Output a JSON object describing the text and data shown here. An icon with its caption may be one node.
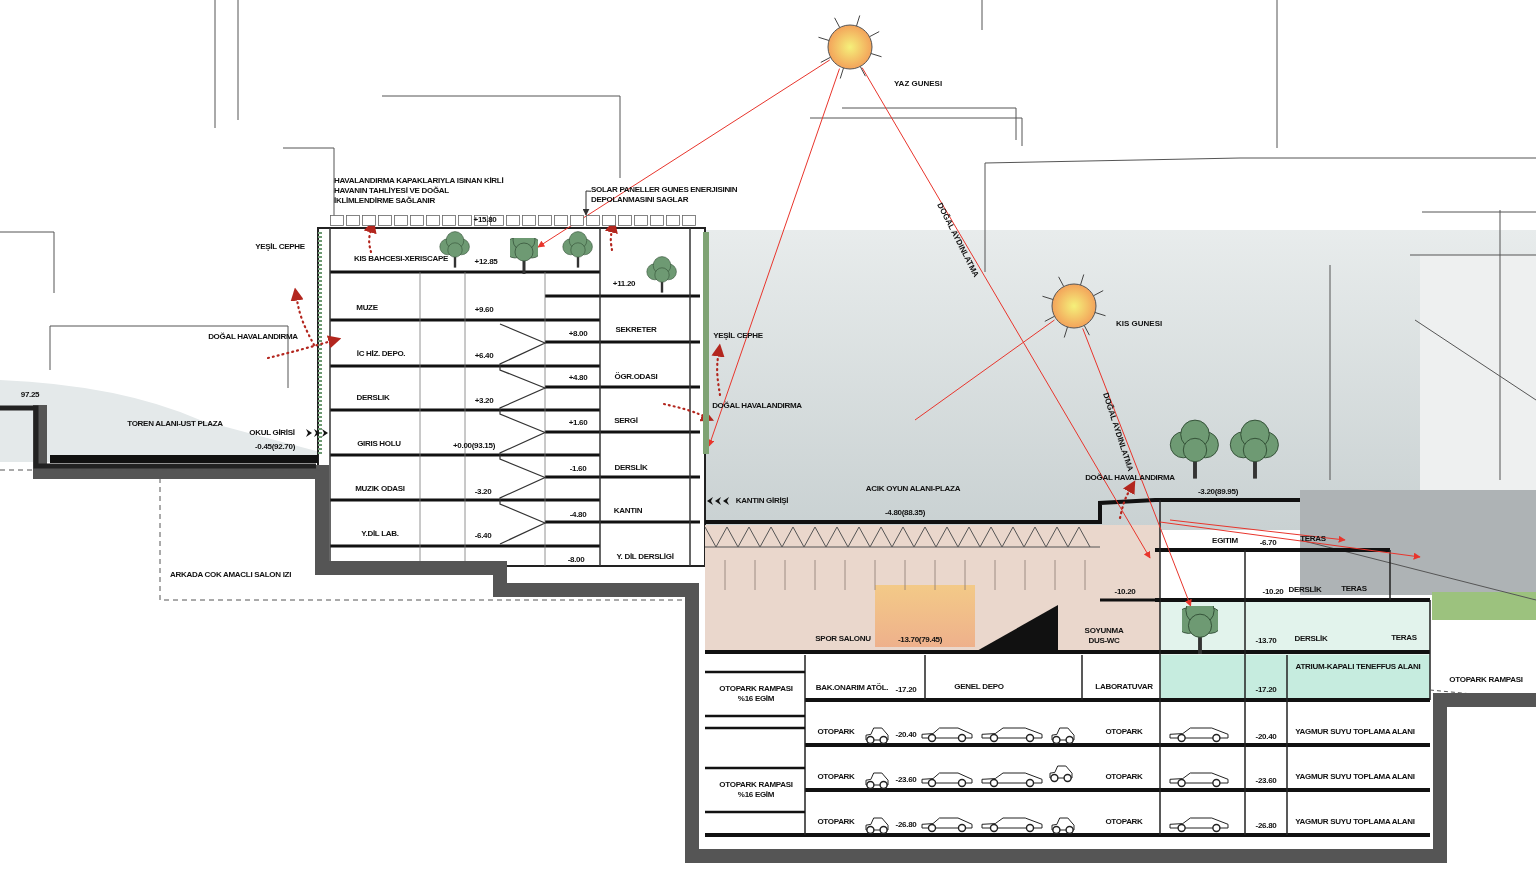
{
  "diagram": {
    "nodes": [
      {
        "text": [],
        "shape": "circle",
        "beside": [
          "YAZ GUNESI"
        ]
      },
      {
        "text": [],
        "shape": "circle",
        "beside": [
          "KIS GUNESI"
        ]
      },
      {
        "text": [],
        "shape": "picture"
      },
      {
        "text": [],
        "shape": "picture"
      },
      {
        "text": [
          "SOLAR PANELLER GUNES ENERJISININ DEPOLANMASINI SAGLAR"
        ]
      },
      {
        "text": [],
        "shape": "bar"
      },
      {
        "text": [],
        "shape": "bar"
      }
    ],
    "edges": [
      {
        "from": 0,
        "to": 2,
        "arrow": "to"
      },
      {
        "from": 0,
        "to": 5,
        "arrow": "to"
      },
      {
        "from": 0,
        "to": null,
        "arrow": "to",
        "label": "DOĞAL AYDINLATMA"
      },
      {
        "from": 1,
        "to": null,
        "arrow": "none"
      },
      {
        "from": 1,
        "to": 3,
        "arrow": "to",
        "label": "DOĞAL AYDINLATMA"
      },
      {
        "from": 4,
        "to": 6,
        "arrow": "to",
        "color": "#333333"
      }
    ],
    "labels": [
      "HAVALANDIRMA KAPAKLARIYLA ISINAN KİRLİ HAVANIN TAHLİYESİ VE DOĞAL İKLİMLENDİRME SAĞLANIR",
      "+15.80",
      "YEŞİL CEPHE",
      "KIS BAHCESI-XERISCAPE",
      "+12.85",
      "+11.20",
      "MUZE",
      "+9.60",
      "DOĞAL HAVALANDIRMA",
      "SEKRETER",
      "+8.00",
      "YEŞİL CEPHE",
      "İC HİZ. DEPO.",
      "+6.40",
      "+4.80",
      "ÖGR.ODASI",
      "97.25",
      "DERSLIK",
      "+3.20",
      "DOĞAL HAVALANDIRMA",
      "SERGİ",
      "+1.60",
      "TOREN ALANI-UST PLAZA",
      "OKUL GİRİSİ",
      "GIRIS HOLU",
      "+0.00(93.15)",
      "-0.45(92.70)",
      "DERSLİK",
      "-1.60",
      "DOĞAL HAVALANDIRMA",
      "MUZIK ODASI",
      "ACIK OYUN ALANI-PLAZA",
      "-3.20",
      "-3.20(89.95)",
      "KANTIN GİRİŞİ",
      "KANTIN",
      "-4.80(88.35)",
      "-4.80",
      "Y.DİL LAB.",
      "-6.40",
      "TERAS",
      "EGITIM",
      "-6.70",
      "Y. DİL DERSLİGİ",
      "-8.00",
      "ARKADA COK AMACLI SALON IZI",
      "TERAS",
      "-10.20",
      "-10.20",
      "DERSLİK",
      "SOYUNMA DUS-WC",
      "TERAS",
      "DERSLİK",
      "SPOR SALONU",
      "-13.70(79.45)",
      "-13.70",
      "ATRIUM-KAPALI TENEFFUS ALANI",
      "OTOPARK RAMPASI",
      "BAK.ONARIM ATÖL.",
      "-17.20",
      "GENEL DEPO",
      "LABORATUVAR",
      "-17.20",
      "OTOPARK RAMPASI %16 EGİM",
      "OTOPARK",
      "-20.40",
      "OTOPARK",
      "-20.40",
      "YAGMUR SUYU TOPLAMA ALANI",
      "OTOPARK",
      "-23.60",
      "OTOPARK",
      "-23.60",
      "YAGMUR SUYU TOPLAMA ALANI",
      "OTOPARK RAMPASI %16 EGİM",
      "OTOPARK",
      "-26.80",
      "OTOPARK",
      "-26.80",
      "YAGMUR SUYU TOPLAMA ALANI"
    ]
  }
}
